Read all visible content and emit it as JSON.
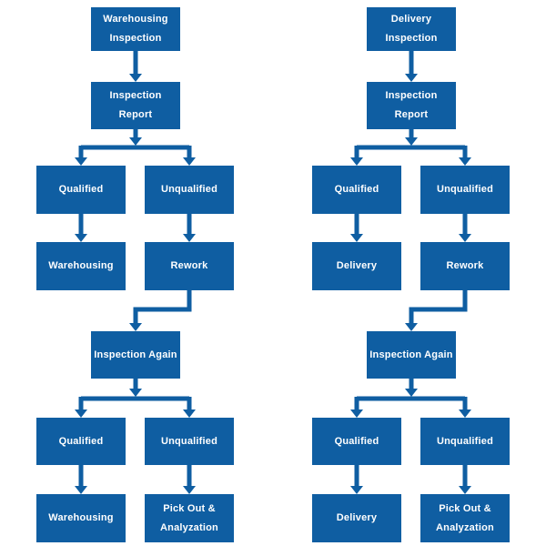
{
  "colors": {
    "box": "#0f5ea2",
    "text": "#ffffff",
    "background": "#ffffff"
  },
  "charts": [
    {
      "id": "warehousing-inspection-flow",
      "nodes": {
        "start": "Warehousing\nInspection",
        "report": "Inspection\nReport",
        "qualified1": "Qualified",
        "unqualified1": "Unqualified",
        "pass1": "Warehousing",
        "rework": "Rework",
        "again": "Inspection Again",
        "qualified2": "Qualified",
        "unqualified2": "Unqualified",
        "pass2": "Warehousing",
        "pickout": "Pick Out &\nAnalyzation"
      }
    },
    {
      "id": "delivery-inspection-flow",
      "nodes": {
        "start": "Delivery\nInspection",
        "report": "Inspection\nReport",
        "qualified1": "Qualified",
        "unqualified1": "Unqualified",
        "pass1": "Delivery",
        "rework": "Rework",
        "again": "Inspection Again",
        "qualified2": "Qualified",
        "unqualified2": "Unqualified",
        "pass2": "Delivery",
        "pickout": "Pick Out &\nAnalyzation"
      }
    }
  ]
}
